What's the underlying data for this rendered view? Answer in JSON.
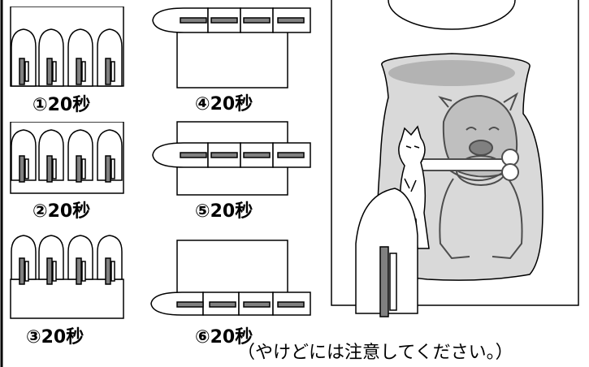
{
  "steps": [
    {
      "label": "①20秒",
      "orientation": "vertical"
    },
    {
      "label": "②20秒",
      "orientation": "vertical"
    },
    {
      "label": "③20秒",
      "orientation": "vertical"
    },
    {
      "label": "④20秒",
      "orientation": "horizontal"
    },
    {
      "label": "⑤20秒",
      "orientation": "horizontal"
    },
    {
      "label": "⑥20秒",
      "orientation": "horizontal"
    }
  ],
  "caution": "（やけどには注意してください。）",
  "colors": {
    "line": "#000000",
    "handle": "#808080",
    "jar_fill": "#d9d9d9",
    "jar_band": "#b3b3b3"
  }
}
